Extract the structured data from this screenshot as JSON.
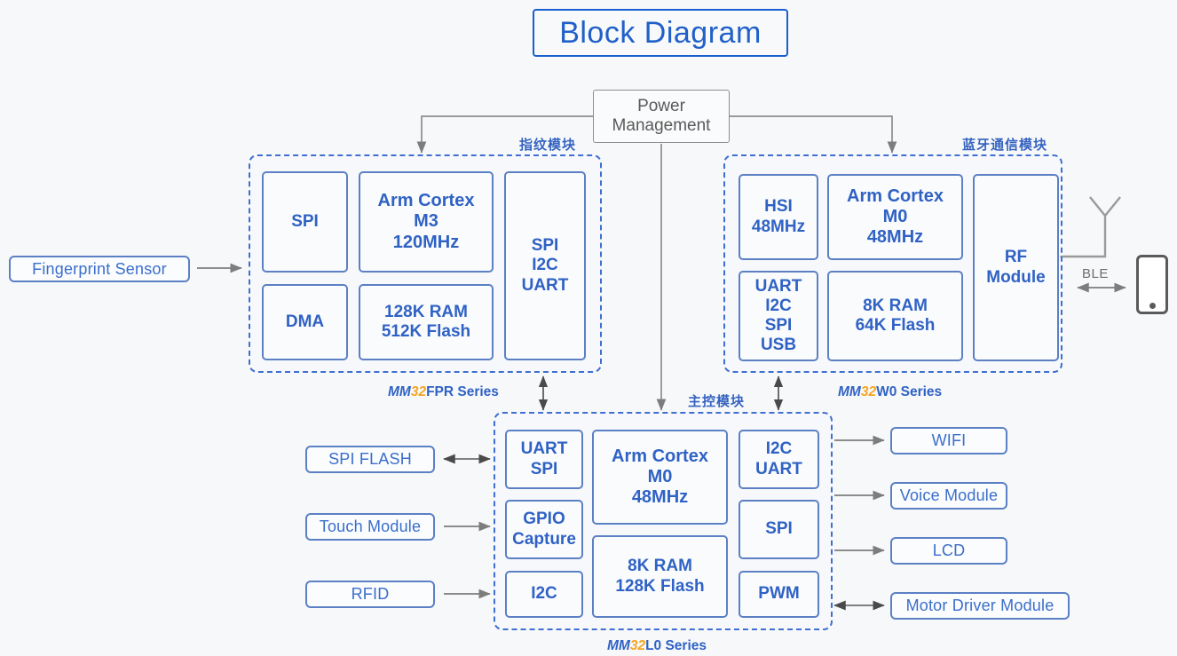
{
  "title": "Block Diagram",
  "power": {
    "line1": "Power",
    "line2": "Management"
  },
  "labels": {
    "fingerprint_module_cn": "指纹模块",
    "bluetooth_module_cn": "蓝牙通信模块",
    "main_control_cn": "主控模块",
    "ble": "BLE"
  },
  "series": {
    "fpr": {
      "mm": "MM",
      "n32": "32",
      "rest": "FPR Series"
    },
    "w0": {
      "mm": "MM",
      "n32": "32",
      "rest": "W0 Series"
    },
    "l0": {
      "mm": "MM",
      "n32": "32",
      "rest": "L0 Series"
    }
  },
  "fingerprint_group": {
    "blocks": [
      {
        "text": "SPI"
      },
      {
        "text": "Arm Cortex\nM3\n120MHz"
      },
      {
        "text": "SPI\nI2C\nUART"
      },
      {
        "text": "DMA"
      },
      {
        "text": "128K RAM\n512K Flash"
      }
    ]
  },
  "bluetooth_group": {
    "blocks": [
      {
        "text": "HSI\n48MHz"
      },
      {
        "text": "Arm Cortex\nM0\n48MHz"
      },
      {
        "text": "RF\nModule"
      },
      {
        "text": "UART\nI2C\nSPI\nUSB"
      },
      {
        "text": "8K RAM\n64K Flash"
      }
    ]
  },
  "main_group": {
    "blocks": [
      {
        "text": "UART\nSPI"
      },
      {
        "text": "Arm Cortex\nM0\n48MHz"
      },
      {
        "text": "I2C\nUART"
      },
      {
        "text": "GPIO\nCapture"
      },
      {
        "text": "SPI"
      },
      {
        "text": "I2C"
      },
      {
        "text": "8K RAM\n128K Flash"
      },
      {
        "text": "PWM"
      }
    ]
  },
  "peripherals": {
    "fingerprint_sensor": "Fingerprint Sensor",
    "left": [
      {
        "label": "SPI FLASH",
        "arrow": "bidirectional"
      },
      {
        "label": "Touch Module",
        "arrow": "right"
      },
      {
        "label": "RFID",
        "arrow": "right"
      }
    ],
    "right": [
      {
        "label": "WIFI",
        "arrow": "right"
      },
      {
        "label": "Voice Module",
        "arrow": "right"
      },
      {
        "label": "LCD",
        "arrow": "right"
      },
      {
        "label": "Motor Driver Module",
        "arrow": "bidirectional"
      }
    ]
  },
  "colors": {
    "accent_blue": "#2f62c4",
    "dashed_blue": "#3f6fd0",
    "orange": "#f5a623",
    "gray_line": "#8d8d8d",
    "background": "#f7f8fa"
  }
}
